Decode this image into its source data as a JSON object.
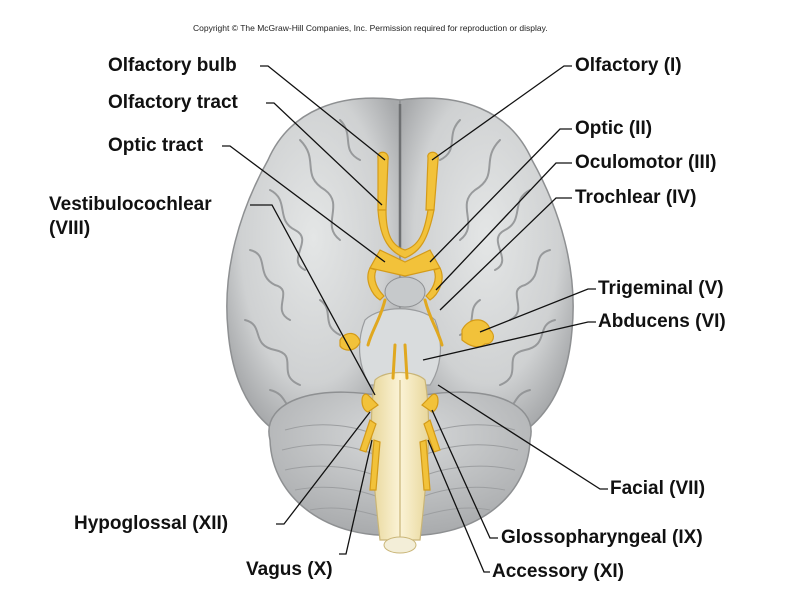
{
  "copyright": "Copyright © The McGraw-Hill Companies, Inc. Permission required for reproduction or display.",
  "labels_left": {
    "olfactory_bulb": "Olfactory bulb",
    "olfactory_tract": "Olfactory tract",
    "optic_tract": "Optic tract",
    "vestibulocochlear_1": "Vestibulocochlear",
    "vestibulocochlear_2": "(VIII)",
    "hypoglossal": "Hypoglossal (XII)",
    "vagus": "Vagus (X)"
  },
  "labels_right": {
    "olfactory": "Olfactory (I)",
    "optic": "Optic (II)",
    "oculomotor": "Oculomotor (III)",
    "trochlear": "Trochlear (IV)",
    "trigeminal": "Trigeminal (V)",
    "abducens": "Abducens (VI)",
    "facial": "Facial (VII)",
    "glossopharyngeal": "Glossopharyngeal (IX)",
    "accessory": "Accessory (XI)"
  },
  "colors": {
    "brain": "#d2d4d4",
    "brain_shadow": "#9a9c9e",
    "nerve": "#f2c23a",
    "brainstem": "#f3e6b8",
    "cerebellum": "#c9cbcc"
  }
}
